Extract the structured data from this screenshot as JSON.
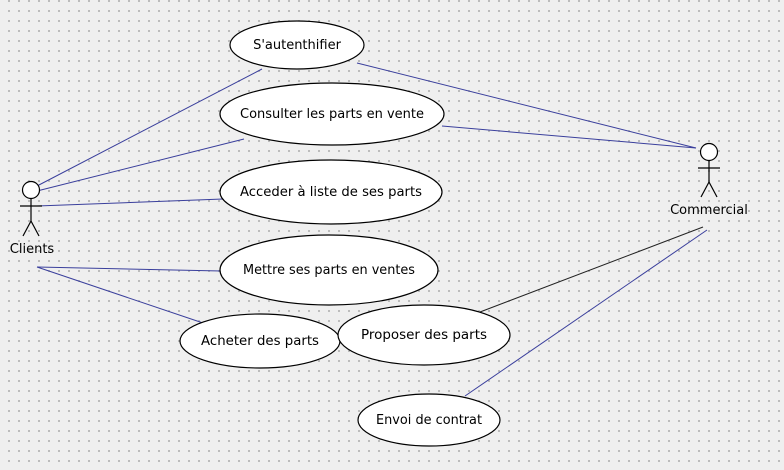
{
  "diagram": {
    "type": "use-case",
    "actors": {
      "clients": {
        "label": "Clients"
      },
      "commercial": {
        "label": "Commercial"
      }
    },
    "use_cases": {
      "authenticate": {
        "label": "S'autenthifier"
      },
      "browse_parts": {
        "label": "Consulter les parts en vente"
      },
      "own_parts": {
        "label": "Acceder à liste de ses parts"
      },
      "sell_parts": {
        "label": "Mettre ses parts en ventes"
      },
      "buy_parts": {
        "label": "Acheter des parts"
      },
      "propose_parts": {
        "label": "Proposer des parts"
      },
      "send_contract": {
        "label": "Envoi de contrat"
      }
    },
    "associations": [
      {
        "from": "clients",
        "to": "authenticate"
      },
      {
        "from": "clients",
        "to": "browse_parts"
      },
      {
        "from": "clients",
        "to": "own_parts"
      },
      {
        "from": "clients",
        "to": "sell_parts"
      },
      {
        "from": "clients",
        "to": "buy_parts"
      },
      {
        "from": "commercial",
        "to": "authenticate"
      },
      {
        "from": "commercial",
        "to": "browse_parts"
      },
      {
        "from": "commercial",
        "to": "propose_parts"
      },
      {
        "from": "commercial",
        "to": "send_contract"
      }
    ],
    "colors": {
      "background": "#efefef",
      "grid_dot": "#b4b4b4",
      "association_line": "#3a3f9c",
      "secondary_line": "#222222",
      "use_case_fill": "#ffffff",
      "outline": "#000000"
    }
  }
}
